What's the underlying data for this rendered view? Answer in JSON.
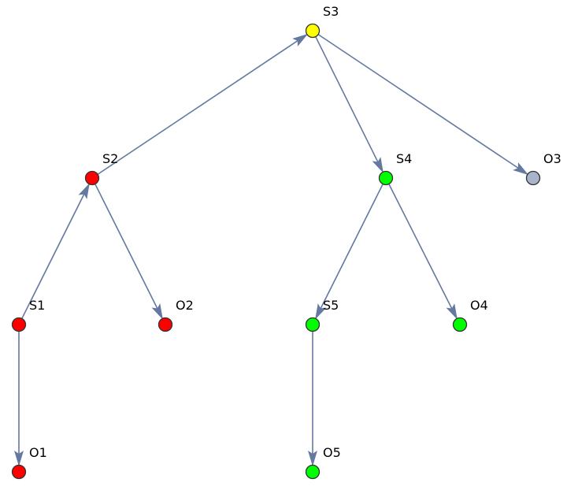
{
  "colors": {
    "edge": "#6478a0",
    "node_stroke": "#333333"
  },
  "nodes": [
    {
      "id": "S3",
      "label": "S3",
      "color": "#ffff00"
    },
    {
      "id": "S2",
      "label": "S2",
      "color": "#ff0000"
    },
    {
      "id": "S4",
      "label": "S4",
      "color": "#00ff00"
    },
    {
      "id": "O3",
      "label": "O3",
      "color": "#a8b4cc"
    },
    {
      "id": "S1",
      "label": "S1",
      "color": "#ff0000"
    },
    {
      "id": "O2",
      "label": "O2",
      "color": "#ff0000"
    },
    {
      "id": "S5",
      "label": "S5",
      "color": "#00ff00"
    },
    {
      "id": "O4",
      "label": "O4",
      "color": "#00ff00"
    },
    {
      "id": "O1",
      "label": "O1",
      "color": "#ff0000"
    },
    {
      "id": "O5",
      "label": "O5",
      "color": "#00ff00"
    }
  ],
  "edges": [
    {
      "from": "S2",
      "to": "S3"
    },
    {
      "from": "S3",
      "to": "S4"
    },
    {
      "from": "S3",
      "to": "O3"
    },
    {
      "from": "S1",
      "to": "S2"
    },
    {
      "from": "S2",
      "to": "O2"
    },
    {
      "from": "S4",
      "to": "S5"
    },
    {
      "from": "S4",
      "to": "O4"
    },
    {
      "from": "S1",
      "to": "O1"
    },
    {
      "from": "S5",
      "to": "O5"
    }
  ]
}
